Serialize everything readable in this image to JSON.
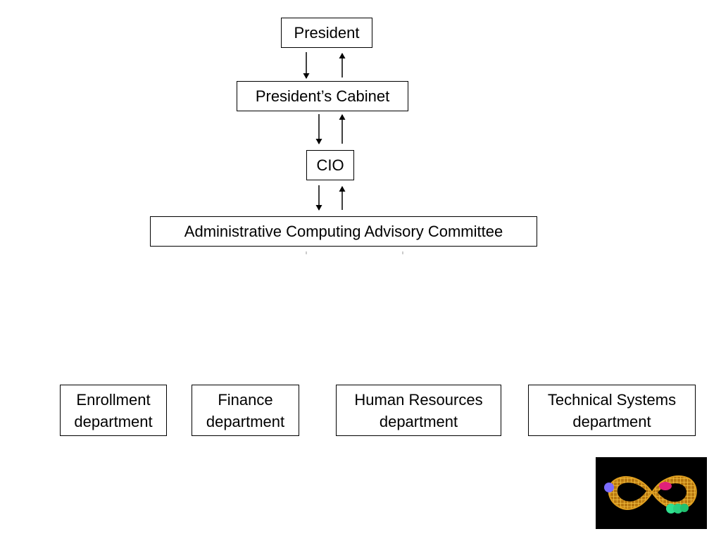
{
  "diagram": {
    "nodes": {
      "president": "President",
      "cabinet": "President’s Cabinet",
      "cio": "CIO",
      "committee": "Administrative Computing Advisory Committee",
      "enrollment": [
        "Enrollment",
        "department"
      ],
      "finance": [
        "Finance",
        "department"
      ],
      "hr": [
        "Human Resources",
        "department"
      ],
      "tech": [
        "Technical Systems",
        "department"
      ]
    },
    "edges": [
      {
        "from": "president",
        "to": "cabinet",
        "direction": "down"
      },
      {
        "from": "cabinet",
        "to": "president",
        "direction": "up"
      },
      {
        "from": "cabinet",
        "to": "cio",
        "direction": "down"
      },
      {
        "from": "cio",
        "to": "cabinet",
        "direction": "up"
      },
      {
        "from": "cio",
        "to": "committee",
        "direction": "down"
      },
      {
        "from": "committee",
        "to": "cio",
        "direction": "up"
      }
    ]
  },
  "logo": {
    "icon": "mobius-strip-icon",
    "colors": {
      "background": "#000000",
      "strip": "#e0a020",
      "sphere_purple": "#7b6cff",
      "sphere_magenta": "#e0207a",
      "sphere_green": "#30e090"
    }
  }
}
